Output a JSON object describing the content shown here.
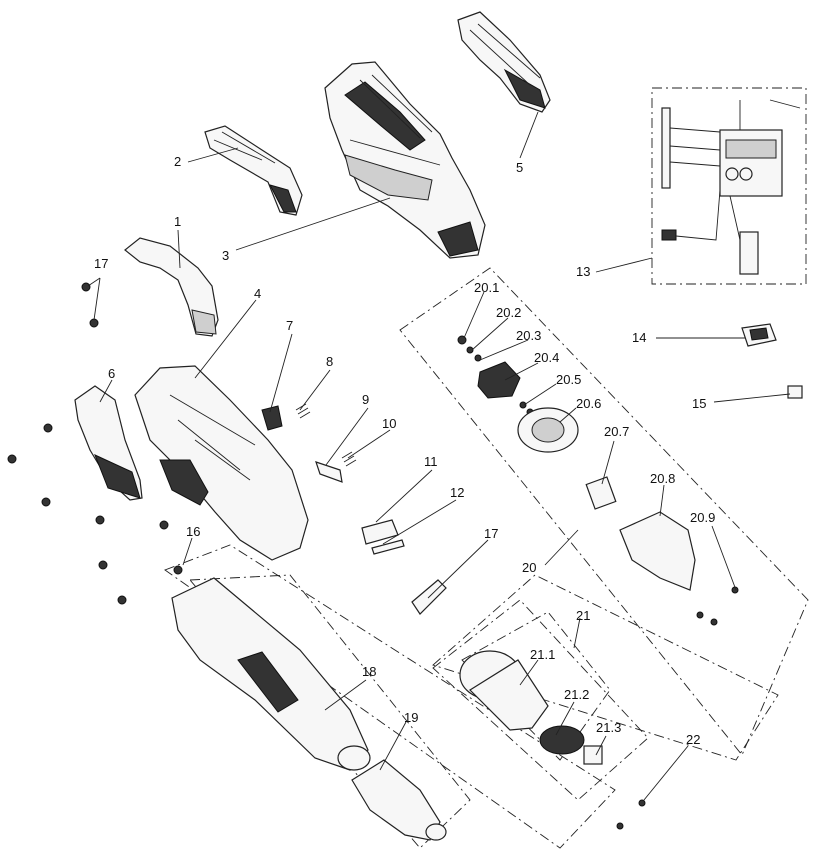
{
  "labels": {
    "p1": "1",
    "p2": "2",
    "p3": "3",
    "p4": "4",
    "p5": "5",
    "p6": "6",
    "p7": "7",
    "p8": "8",
    "p9": "9",
    "p10": "10",
    "p11": "11",
    "p12": "12",
    "p13": "13",
    "p14": "14",
    "p15": "15",
    "p16": "16",
    "p17a": "17",
    "p17b": "17",
    "p18": "18",
    "p19": "19",
    "p20": "20",
    "p20_1": "20.1",
    "p20_2": "20.2",
    "p20_3": "20.3",
    "p20_4": "20.4",
    "p20_5": "20.5",
    "p20_6": "20.6",
    "p20_7": "20.7",
    "p20_8": "20.8",
    "p20_9": "20.9",
    "p21": "21",
    "p21_1": "21.1",
    "p21_2": "21.2",
    "p21_3": "21.3",
    "p22": "22"
  }
}
